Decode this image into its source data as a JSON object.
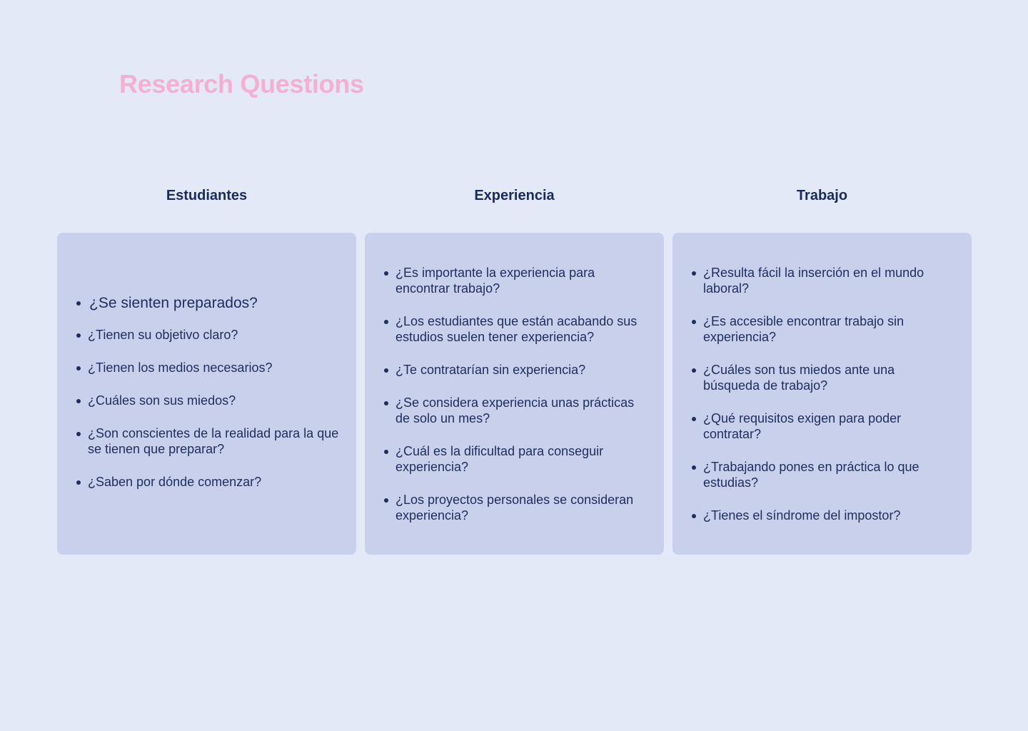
{
  "page": {
    "title": "Research Questions"
  },
  "colors": {
    "background": "#e3e9f7",
    "card": "#c8d0ec",
    "title": "#f3b0d2",
    "text": "#1f2d5c"
  },
  "columns": [
    {
      "heading": "Estudiantes",
      "questions": [
        "¿Se sienten preparados?",
        "¿Tienen su objetivo claro?",
        "¿Tienen los medios necesarios?",
        "¿Cuáles son sus miedos?",
        "¿Son conscientes de la realidad para la que se tienen que preparar?",
        "¿Saben por dónde comenzar?"
      ]
    },
    {
      "heading": "Experiencia",
      "questions": [
        "¿Es importante la experiencia para encontrar trabajo?",
        "¿Los estudiantes que están acabando sus estudios suelen tener experiencia?",
        "¿Te contratarían sin experiencia?",
        "¿Se considera experiencia unas prácticas de solo un mes?",
        "¿Cuál es la dificultad para conseguir experiencia?",
        "¿Los proyectos personales se consideran experiencia?"
      ]
    },
    {
      "heading": "Trabajo",
      "questions": [
        "¿Resulta fácil la inserción en el mundo laboral?",
        "¿Es accesible encontrar trabajo sin experiencia?",
        "¿Cuáles son tus miedos ante una búsqueda de trabajo?",
        "¿Qué requisitos exigen para poder contratar?",
        "¿Trabajando pones en práctica lo que estudias?",
        "¿Tienes el síndrome del impostor?"
      ]
    }
  ]
}
